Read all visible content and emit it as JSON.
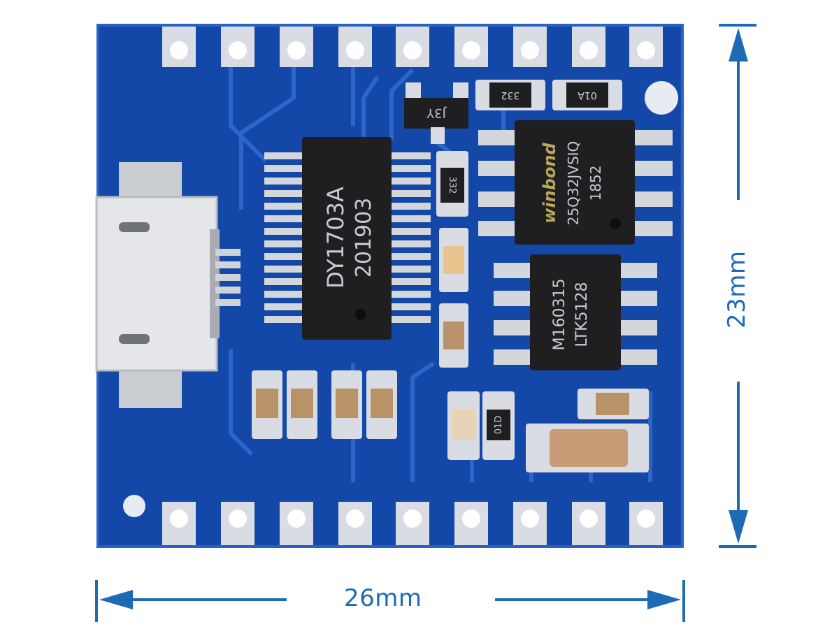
{
  "dimensions": {
    "width_label": "26mm",
    "height_label": "23mm"
  },
  "chips": {
    "decoder": {
      "line1": "DY1703A",
      "line2": "201903"
    },
    "flash": {
      "brand": "winbond",
      "line1": "25Q32JVSIQ",
      "line2": "1852"
    },
    "amplifier": {
      "line1": "LTK5128",
      "line2": "M160315"
    },
    "diode": {
      "label": "J3Y"
    }
  },
  "resistors": {
    "r1": "332",
    "r2": "01A",
    "r3": "332",
    "r4": "01D"
  },
  "colors": {
    "pcb": "#1448a8",
    "pcb_light": "#2a62c4",
    "pad": "#d9dde3",
    "chip": "#1f1f22",
    "dimension": "#1d6bb5",
    "capacitor": "#b89368"
  }
}
